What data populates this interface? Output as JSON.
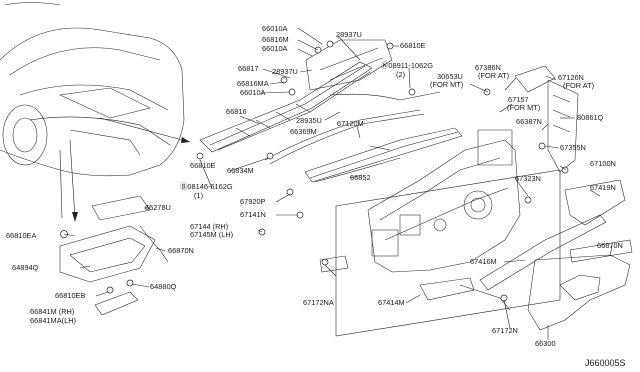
{
  "diagram_id": "J660005S",
  "parts": [
    {
      "key": "p66010a_top",
      "label": "66010A"
    },
    {
      "key": "p66816m",
      "label": "66816M"
    },
    {
      "key": "p66010a_2",
      "label": "66010A"
    },
    {
      "key": "p28937u_top",
      "label": "28937U"
    },
    {
      "key": "p66810e_top",
      "label": "66810E"
    },
    {
      "key": "p66817",
      "label": "66817"
    },
    {
      "key": "p28937u_2",
      "label": "28937U"
    },
    {
      "key": "p66816ma",
      "label": "66816MA"
    },
    {
      "key": "p66010a_3",
      "label": "66010A"
    },
    {
      "key": "p08911",
      "label": "Ⓝ08911-1062G"
    },
    {
      "key": "p08911_qty",
      "label": "(2)"
    },
    {
      "key": "p30653u",
      "label": "30653U"
    },
    {
      "key": "p30653u_note",
      "label": "(FOR MT)"
    },
    {
      "key": "p67386n",
      "label": "67386N"
    },
    {
      "key": "p67386n_note",
      "label": "(FOR AT)"
    },
    {
      "key": "p67126n",
      "label": "67126N"
    },
    {
      "key": "p67126n_note",
      "label": "(FOR AT)"
    },
    {
      "key": "p67157",
      "label": "67157"
    },
    {
      "key": "p67157_note",
      "label": "(FOR MT)"
    },
    {
      "key": "p66816",
      "label": "66816"
    },
    {
      "key": "p28935u",
      "label": "28935U"
    },
    {
      "key": "p67120m",
      "label": "67120M"
    },
    {
      "key": "p66369m",
      "label": "66369M"
    },
    {
      "key": "p80861q",
      "label": "80861Q"
    },
    {
      "key": "p66387n",
      "label": "66387N"
    },
    {
      "key": "p67355n",
      "label": "67355N"
    },
    {
      "key": "p66810e_2",
      "label": "66810E"
    },
    {
      "key": "p66834m",
      "label": "66834M"
    },
    {
      "key": "p66852",
      "label": "66852"
    },
    {
      "key": "p67100n",
      "label": "67100N"
    },
    {
      "key": "p67323n",
      "label": "67323N"
    },
    {
      "key": "p08146",
      "label": "Ⓑ08146-6162G"
    },
    {
      "key": "p08146_qty",
      "label": "(1)"
    },
    {
      "key": "p67419n",
      "label": "67419N"
    },
    {
      "key": "p65278u",
      "label": "65278U"
    },
    {
      "key": "p67920p",
      "label": "67920P"
    },
    {
      "key": "p67141n",
      "label": "67141N"
    },
    {
      "key": "p66810ea",
      "label": "66810EA"
    },
    {
      "key": "p67144",
      "label": "67144  (RH)"
    },
    {
      "key": "p67145m",
      "label": "67145M (LH)"
    },
    {
      "key": "p66870n_right",
      "label": "66870N"
    },
    {
      "key": "p66870n_left",
      "label": "66870N"
    },
    {
      "key": "p64894q",
      "label": "64894Q"
    },
    {
      "key": "p67416m",
      "label": "67416M"
    },
    {
      "key": "p64880q",
      "label": "64880Q"
    },
    {
      "key": "p66810eb",
      "label": "66810EB"
    },
    {
      "key": "p66841m",
      "label": "66841M (RH)"
    },
    {
      "key": "p66841ma",
      "label": "66841MA(LH)"
    },
    {
      "key": "p67172na",
      "label": "67172NA"
    },
    {
      "key": "p67414m",
      "label": "67414M"
    },
    {
      "key": "p66300",
      "label": "66300"
    },
    {
      "key": "p67172n",
      "label": "67172N"
    }
  ]
}
